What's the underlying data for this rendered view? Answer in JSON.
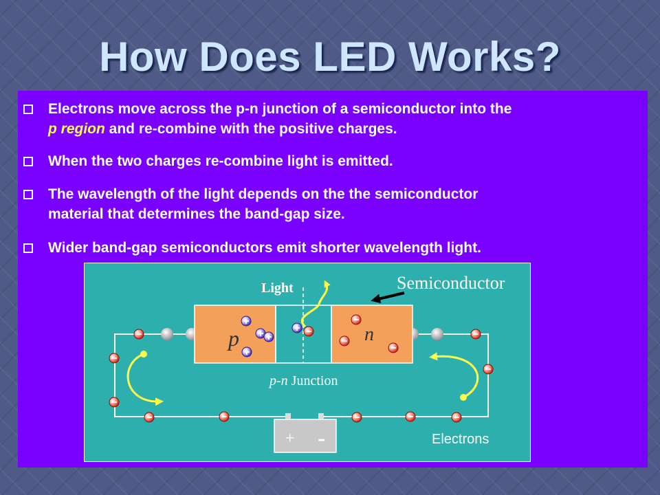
{
  "slide": {
    "title": "How Does LED Works?",
    "colors": {
      "panel": "#7a00ff",
      "diagram_bg": "#2db0ad",
      "block": "#f5a05a",
      "highlight": "#ffff4a"
    }
  },
  "bullets": [
    {
      "line1": "Electrons move across the p-n junction of a semiconductor into the",
      "line2_highlight": "p region",
      "line2_rest": " and re-combine with the positive charges."
    },
    {
      "line1": "When the two charges re-combine light is emitted."
    },
    {
      "line1": "The wavelength of the light depends on the the semiconductor",
      "line2_rest": "material that determines the band-gap size."
    },
    {
      "line1": "Wider band-gap semiconductors emit shorter wavelength light."
    }
  ],
  "diagram": {
    "light_label": "Light",
    "semiconductor_label": "Semiconductor",
    "p_label": "p",
    "n_label": "n",
    "junction_italic": "p-n",
    "junction_rest": " Junction",
    "battery_plus": "+",
    "battery_minus": "-",
    "electrons_label": "Electrons"
  }
}
